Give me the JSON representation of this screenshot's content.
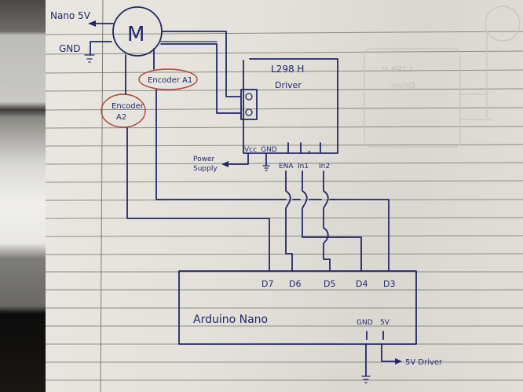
{
  "diagram": {
    "kind": "hand-drawn circuit schematic on lined paper",
    "ink_color": "#23276a",
    "highlight_color": "#b4403a",
    "paper_color": "#e6e4dd",
    "motor": {
      "symbol": "M",
      "label_power": "Nano 5V",
      "label_ground": "GND"
    },
    "encoder_labels": {
      "a1": "Encoder A1",
      "a2_line1": "Encoder",
      "a2_line2": "A2"
    },
    "driver": {
      "name": "L298 H",
      "subtitle": "Driver",
      "pins_bottom": {
        "vcc": "Vcc",
        "gnd": "GND",
        "ena": "ENA",
        "in1": "In1",
        "in2": "In2"
      },
      "power_label_line1": "Power",
      "power_label_line2": "Supply"
    },
    "arduino": {
      "name": "Arduino Nano",
      "pins_top": [
        "D7",
        "D6",
        "D5",
        "D4",
        "D3"
      ],
      "pins_bottom": {
        "gnd": "GND",
        "v5": "5V"
      },
      "v5_output_label": "5V Driver"
    },
    "connections": [
      {
        "from": "Encoder A2",
        "to": "D7"
      },
      {
        "from": "Encoder A1",
        "to": "D3"
      },
      {
        "from": "ENA",
        "to": "D6"
      },
      {
        "from": "In1",
        "to": "D4"
      },
      {
        "from": "In2",
        "to": "D5"
      },
      {
        "from": "Motor",
        "to": "L298 H output terminals"
      },
      {
        "from": "Vcc",
        "to": "Power Supply"
      },
      {
        "from": "Nano 5V",
        "to": "5V Driver"
      }
    ],
    "ghost_show_through": {
      "name": "L298 H",
      "subtitle": "Driver"
    }
  }
}
